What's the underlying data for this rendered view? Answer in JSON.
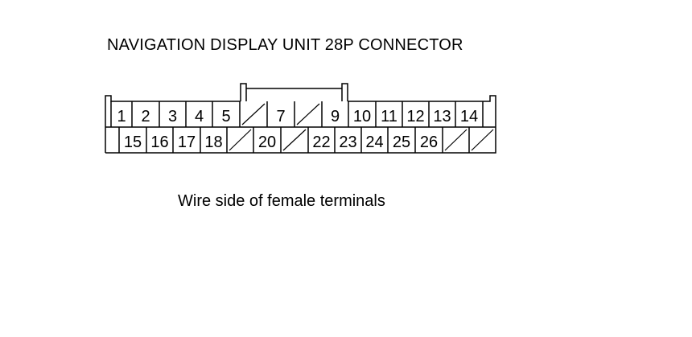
{
  "title": "NAVIGATION DISPLAY UNIT 28P CONNECTOR",
  "caption": "Wire side of female terminals",
  "connector": {
    "top_row": [
      "",
      "1",
      "2",
      "3",
      "4",
      "5",
      "/",
      "7",
      "/",
      "9",
      "10",
      "11",
      "12",
      "13",
      "14",
      ""
    ],
    "bottom_row": [
      "",
      "15",
      "16",
      "17",
      "18",
      "/",
      "20",
      "/",
      "22",
      "23",
      "24",
      "25",
      "26",
      "/",
      "/"
    ]
  }
}
